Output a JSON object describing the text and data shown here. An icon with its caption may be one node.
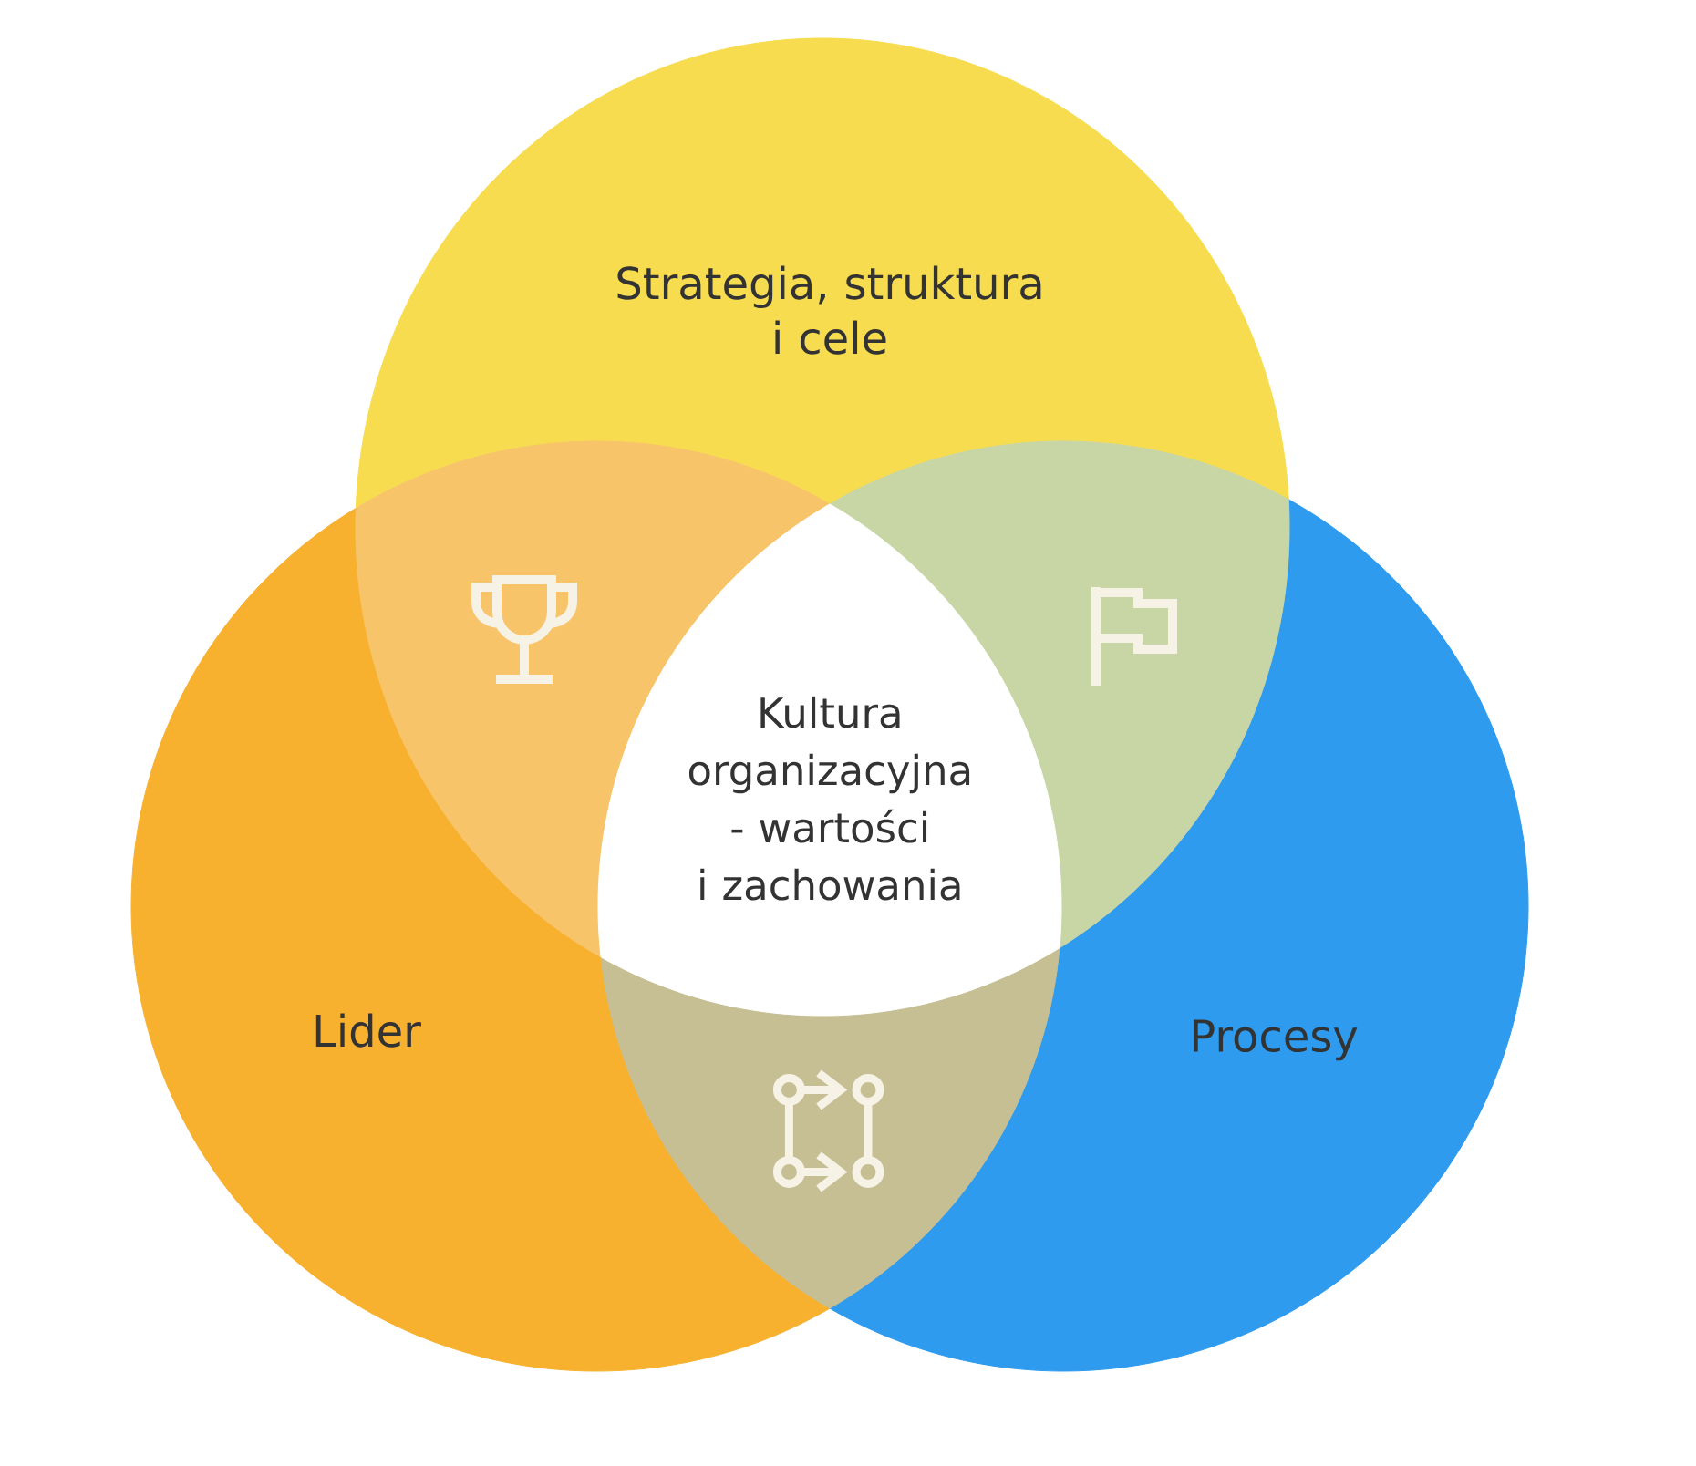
{
  "diagram": {
    "nodes": [
      {
        "text": [
          "Strategia, struktura i cele"
        ]
      },
      {
        "text": [
          "Lider"
        ]
      },
      {
        "text": [
          "Procesy"
        ]
      },
      {
        "text": [
          "Kultura organizacyjna - wartości i zachowania"
        ]
      }
    ]
  }
}
